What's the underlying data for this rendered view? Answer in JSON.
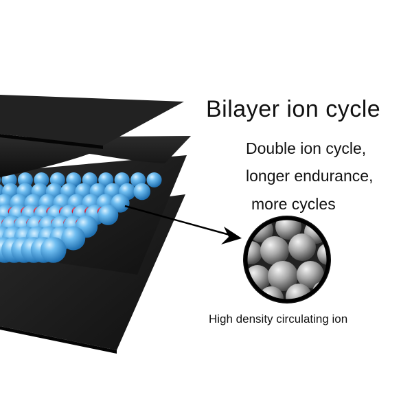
{
  "headline": "Bilayer ion cycle",
  "description": {
    "line1": "Double ion cycle,",
    "line2": "longer endurance,",
    "line3": "more cycles"
  },
  "caption": "High density circulating ion",
  "colors": {
    "sheet": "#1c1c1c",
    "ion_blue": "#4aa3e0",
    "ion_red": "#e0102a",
    "zoom_ion_gray": "#9a9a9a"
  }
}
